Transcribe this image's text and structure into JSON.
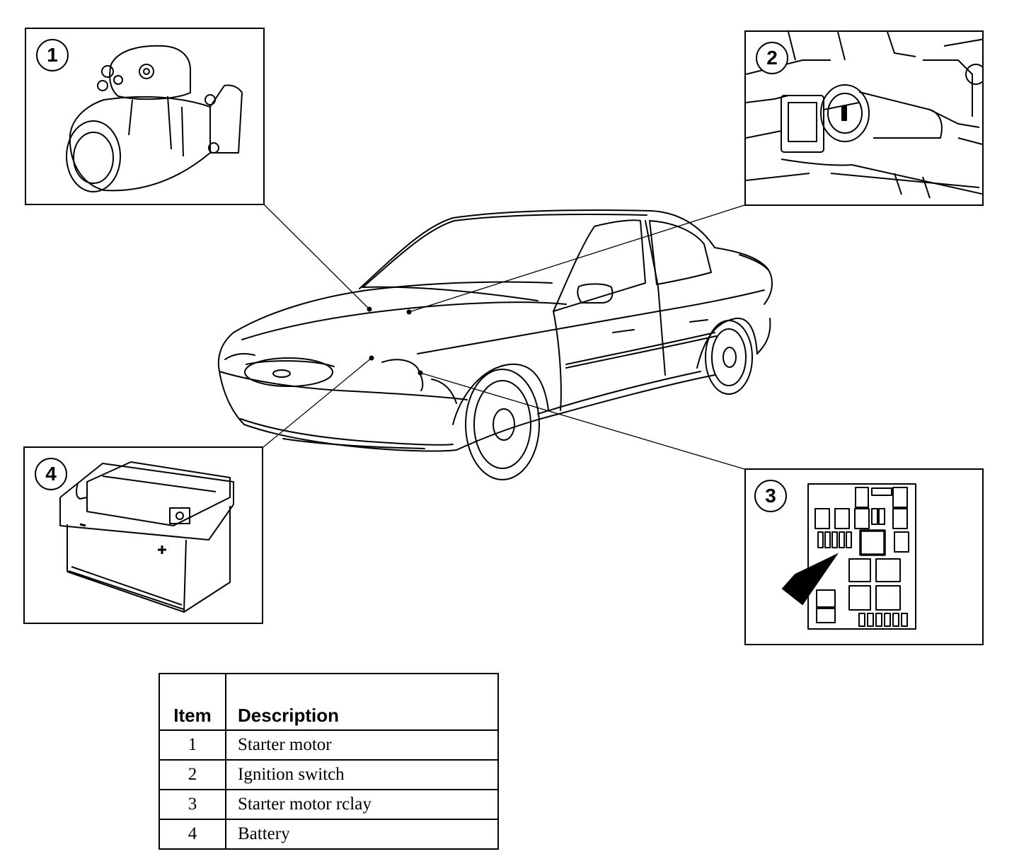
{
  "callouts": {
    "starter_motor": "1",
    "ignition_switch": "2",
    "starter_motor_relay": "3",
    "battery": "4"
  },
  "legend": {
    "headers": {
      "item": "Item",
      "description": "Description"
    },
    "rows": [
      {
        "item": "1",
        "description": "Starter motor"
      },
      {
        "item": "2",
        "description": "Ignition switch"
      },
      {
        "item": "3",
        "description": "Starter motor rclay"
      },
      {
        "item": "4",
        "description": "Battery"
      }
    ]
  },
  "icons": {
    "car": "car-outline-icon",
    "starter_motor": "starter-motor-icon",
    "ignition_switch": "ignition-switch-icon",
    "relay_box": "fuse-relay-box-icon",
    "battery": "battery-icon",
    "pointer": "arrow-icon"
  },
  "colors": {
    "line": "#000000",
    "background": "#ffffff"
  }
}
